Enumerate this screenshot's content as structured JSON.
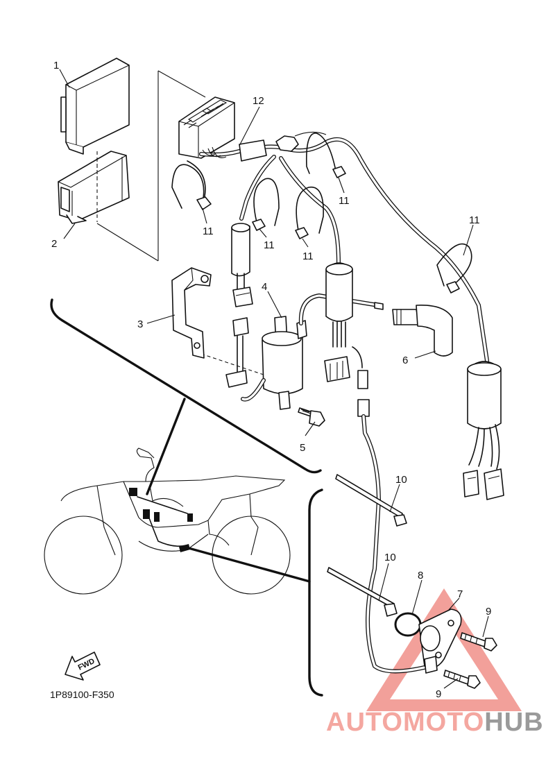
{
  "callouts": {
    "c1": "1",
    "c2": "2",
    "c3": "3",
    "c4": "4",
    "c5": "5",
    "c6": "6",
    "c7": "7",
    "c8": "8",
    "c9a": "9",
    "c9b": "9",
    "c10a": "10",
    "c10b": "10",
    "c11a": "11",
    "c11b": "11",
    "c11c": "11",
    "c11d": "11",
    "c11e": "11",
    "c12": "12"
  },
  "fwd_label": "FWD",
  "diagram_code": "1P89100-F350",
  "watermark": {
    "part1": "AUTOMOTO",
    "part2": "HUB",
    "color1": "#f4a7a0",
    "color2": "#9a9a9a",
    "triangle_color": "#f08f88"
  }
}
